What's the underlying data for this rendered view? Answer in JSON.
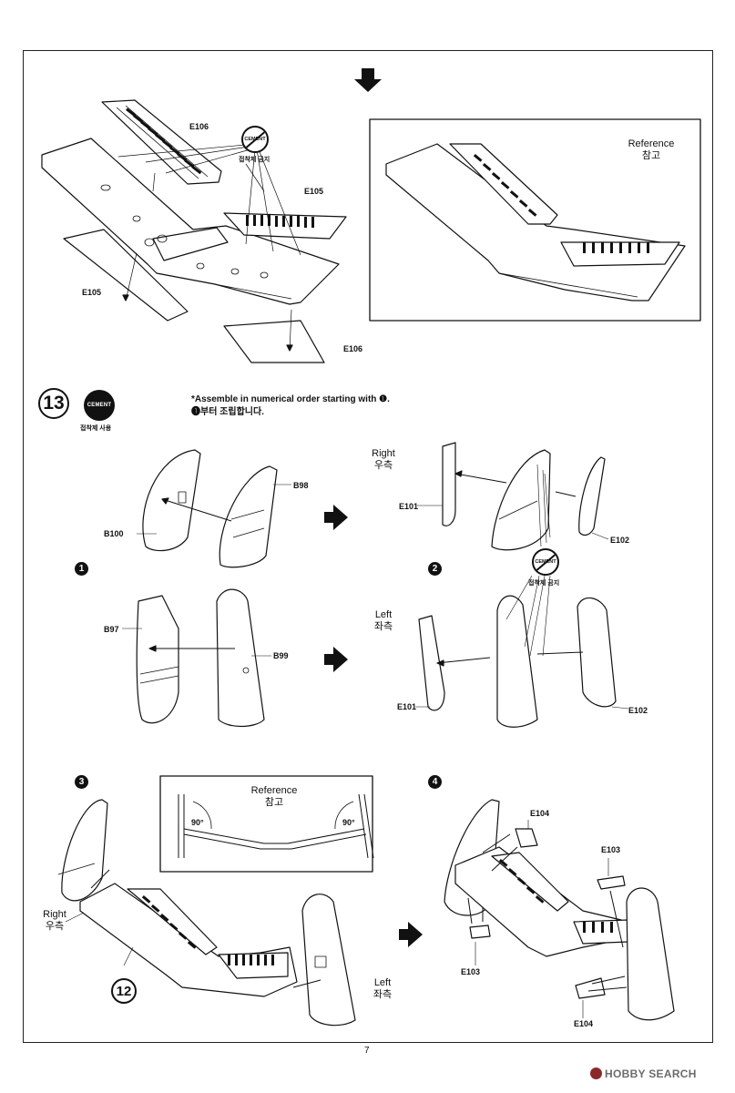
{
  "top_section": {
    "labels": {
      "e106_top": "E106",
      "e105_right": "E105",
      "e105_left": "E105",
      "e106_bottom": "E106"
    },
    "cement_prohibited": {
      "badge": "CEMENT",
      "caption": "접착제 금지"
    },
    "reference_box": {
      "title": "Reference",
      "title_ko": "참고"
    }
  },
  "step13": {
    "number": "13",
    "cement_badge": "CEMENT",
    "cement_caption": "접착제 사용",
    "note_en": "*Assemble in numerical order starting with ❶.",
    "note_ko": "❶부터 조립합니다.",
    "substeps": {
      "s1": "1",
      "s2": "2",
      "s3": "3",
      "s4": "4"
    },
    "labels": {
      "b98": "B98",
      "b100": "B100",
      "b97": "B97",
      "b99": "B99",
      "e101_right": "E101",
      "e102_right": "E102",
      "e101_left": "E101",
      "e102_left": "E102",
      "e104_top": "E104",
      "e103_top": "E103",
      "e103_bottom": "E103",
      "e104_bottom": "E104"
    },
    "side_right": {
      "en": "Right",
      "ko": "우측"
    },
    "side_left": {
      "en": "Left",
      "ko": "좌측"
    },
    "side_right_3": {
      "en": "Right",
      "ko": "우측"
    },
    "side_left_3": {
      "en": "Left",
      "ko": "좌측"
    },
    "cement_prohibited_2": {
      "badge": "CEMENT",
      "caption": "접착제 금지"
    },
    "reference_box": {
      "title": "Reference",
      "title_ko": "참고",
      "angle_left": "90°",
      "angle_right": "90°"
    },
    "ring_step": "12"
  },
  "footer": {
    "page_number": "7",
    "watermark": "HOBBY SEARCH"
  }
}
